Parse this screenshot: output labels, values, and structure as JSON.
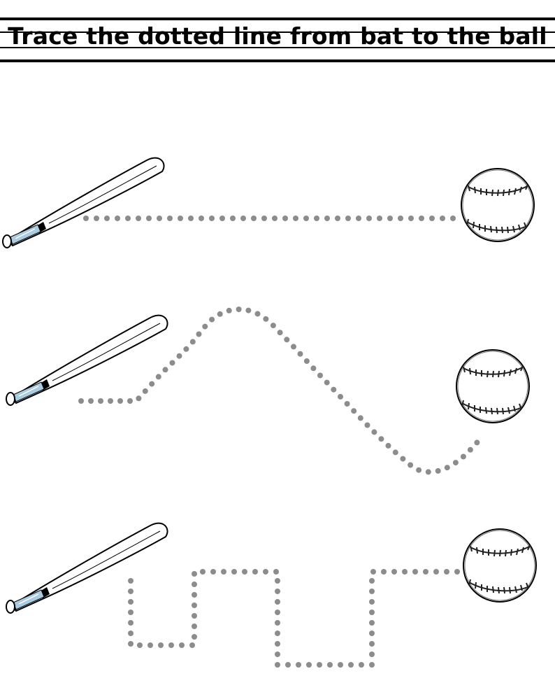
{
  "worksheet": {
    "title": "Trace the dotted line from bat to the ball"
  },
  "rows": [
    {
      "path_shape": "straight"
    },
    {
      "path_shape": "wave"
    },
    {
      "path_shape": "square-wave"
    }
  ],
  "colors": {
    "ink": "#000000",
    "dot": "#8c8c8c",
    "dot_dark": "#555555",
    "bat_grip": "#aacbe0"
  }
}
